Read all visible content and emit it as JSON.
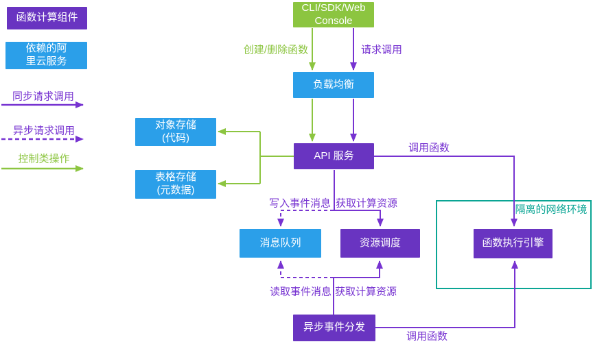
{
  "colors": {
    "function_compute_component": "#6934C1",
    "aliyun_service": "#2B9FE9",
    "client_green": "#8CC540",
    "sync_async_line": "#7733D1",
    "control_line": "#8CC540",
    "isolated_network_border": "#0AA594",
    "node_text": "#FFFFFF",
    "background": "#FFFFFF"
  },
  "legend": {
    "component_box": "函数计算组件",
    "service_box": "依赖的阿\n里云服务",
    "sync_label": "同步请求调用",
    "async_label": "异步请求调用",
    "control_label": "控制类操作"
  },
  "nodes": {
    "cli": "CLI/SDK/Web\nConsole",
    "load_balancer": "负载均衡",
    "api_service": "API 服务",
    "object_storage": "对象存储\n(代码)",
    "table_storage": "表格存储\n(元数据)",
    "message_queue": "消息队列",
    "resource_scheduler": "资源调度",
    "function_engine": "函数执行引擎",
    "async_dispatcher": "异步事件分发",
    "isolated_network": "隔离的网络环境"
  },
  "edges": {
    "create_delete": "创建/删除函数",
    "request_invoke": "请求调用",
    "invoke_function_top": "调用函数",
    "write_event": "写入事件消息",
    "get_resources_top": "获取计算资源",
    "read_event": "读取事件消息",
    "get_resources_bottom": "获取计算资源",
    "invoke_function_bottom": "调用函数"
  }
}
